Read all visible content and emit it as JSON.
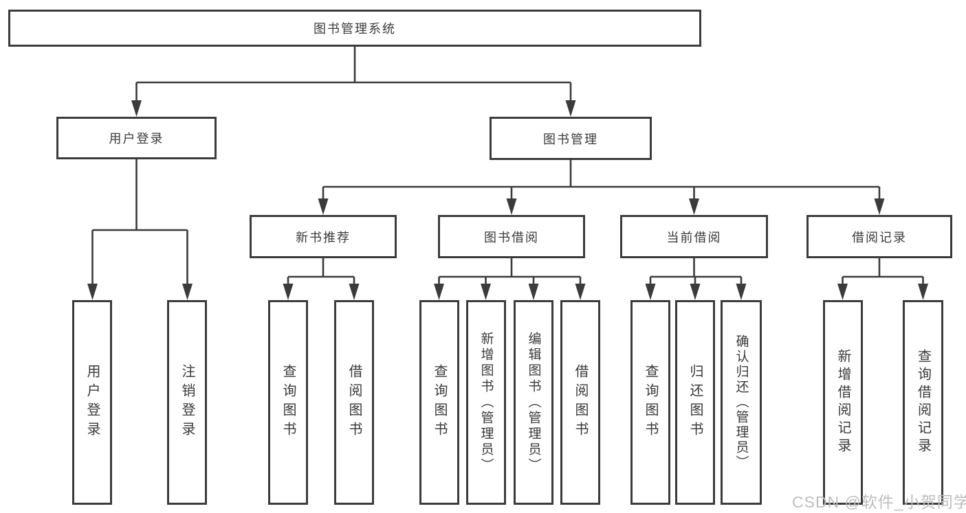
{
  "diagram_type": "hierarchy-tree",
  "nodes": {
    "root": {
      "label": "图书管理系统"
    },
    "user_login": {
      "label": "用户登录"
    },
    "book_management": {
      "label": "图书管理"
    },
    "new_book_recommend": {
      "label": "新书推荐"
    },
    "book_borrow": {
      "label": "图书借阅"
    },
    "current_borrow": {
      "label": "当前借阅"
    },
    "borrow_records": {
      "label": "借阅记录"
    },
    "leaf_user_login": {
      "label": "用户登录"
    },
    "leaf_logout": {
      "label": "注销登录"
    },
    "leaf_recommend_query": {
      "label": "查询图书"
    },
    "leaf_recommend_borrow": {
      "label": "借阅图书"
    },
    "leaf_borrow_query": {
      "label": "查询图书"
    },
    "leaf_borrow_add": {
      "label": "新增图书（管理员）"
    },
    "leaf_borrow_edit": {
      "label": "编辑图书（管理员）"
    },
    "leaf_borrow_borrow": {
      "label": "借阅图书"
    },
    "leaf_current_query": {
      "label": "查询图书"
    },
    "leaf_current_return": {
      "label": "归还图书"
    },
    "leaf_current_confirm": {
      "label": "确认归还（管理员）"
    },
    "leaf_records_add": {
      "label": "新增借阅记录"
    },
    "leaf_records_query": {
      "label": "查询借阅记录"
    }
  },
  "structure": {
    "root": [
      "user_login",
      "book_management"
    ],
    "user_login": [
      "leaf_user_login",
      "leaf_logout"
    ],
    "book_management": [
      "new_book_recommend",
      "book_borrow",
      "current_borrow",
      "borrow_records"
    ],
    "new_book_recommend": [
      "leaf_recommend_query",
      "leaf_recommend_borrow"
    ],
    "book_borrow": [
      "leaf_borrow_query",
      "leaf_borrow_add",
      "leaf_borrow_edit",
      "leaf_borrow_borrow"
    ],
    "current_borrow": [
      "leaf_current_query",
      "leaf_current_return",
      "leaf_current_confirm"
    ],
    "borrow_records": [
      "leaf_records_add",
      "leaf_records_query"
    ]
  },
  "watermark": {
    "text": "CSDN @软件_小贺同学"
  },
  "colors": {
    "line": "#3b3b3b",
    "box_border": "#3b3b3b",
    "text": "#3a3a3a",
    "watermark": "#bdbdbd",
    "background": "#ffffff"
  }
}
